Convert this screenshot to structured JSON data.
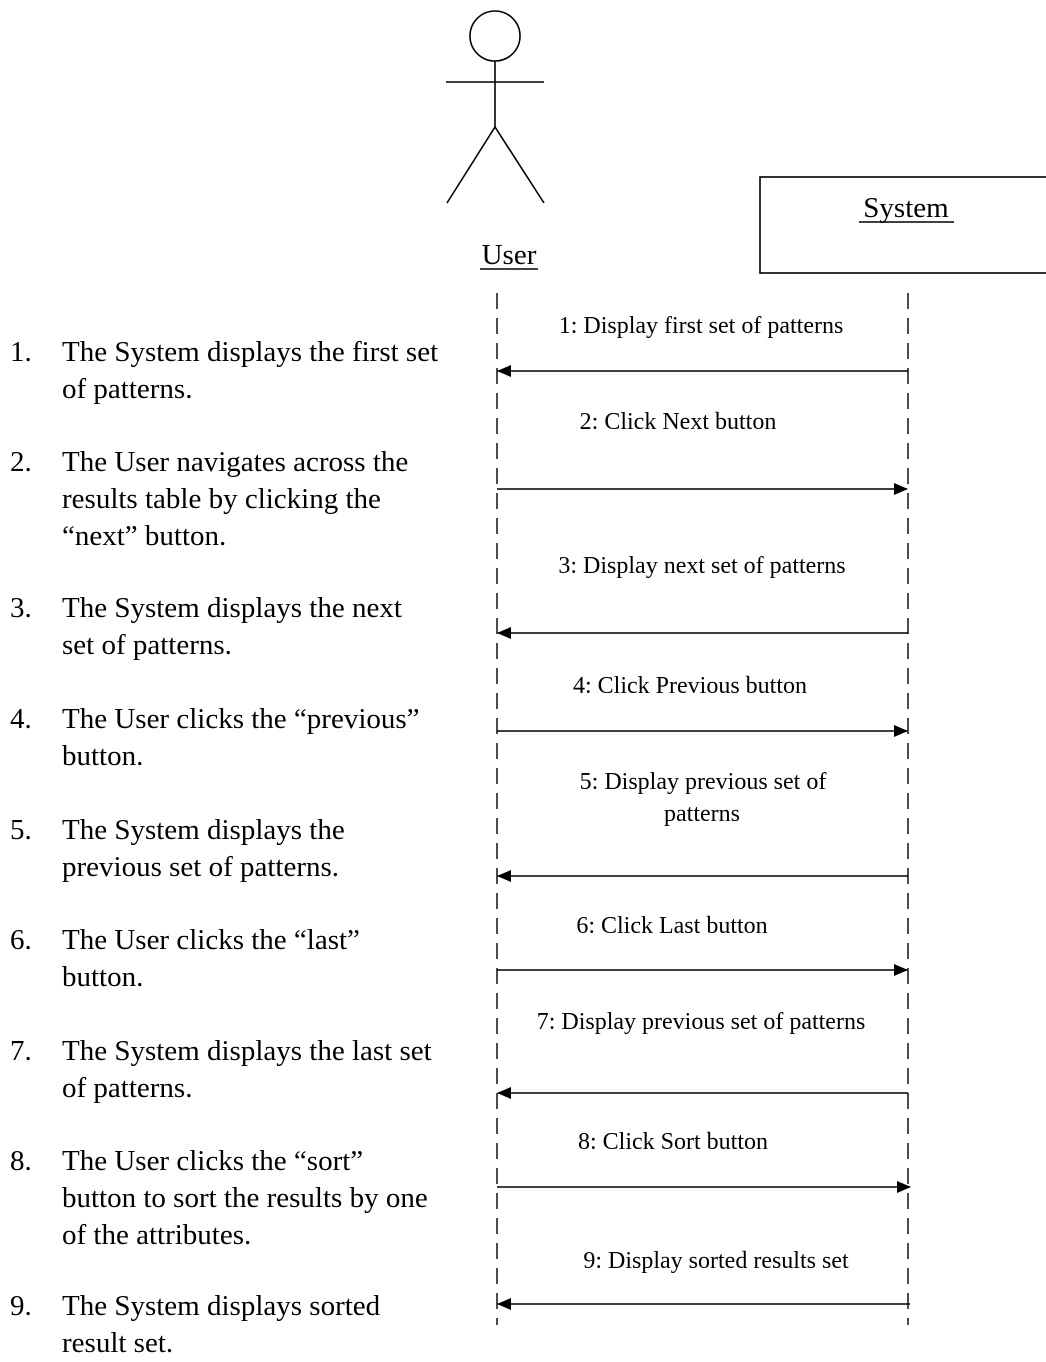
{
  "actors": {
    "user": {
      "label": "User"
    },
    "system": {
      "label": "System"
    }
  },
  "messages": [
    {
      "label": "1: Display first set of patterns",
      "direction": "system-to-user"
    },
    {
      "label": "2: Click Next button",
      "direction": "user-to-system"
    },
    {
      "label": "3: Display next set of patterns",
      "direction": "system-to-user"
    },
    {
      "label": "4: Click Previous button",
      "direction": "user-to-system"
    },
    {
      "label": "5: Display previous set of",
      "label2": "patterns",
      "direction": "system-to-user"
    },
    {
      "label": "6: Click Last button",
      "direction": "user-to-system"
    },
    {
      "label": "7: Display previous set of patterns",
      "direction": "system-to-user"
    },
    {
      "label": "8: Click Sort button",
      "direction": "user-to-system"
    },
    {
      "label": "9: Display sorted results set",
      "direction": "system-to-user"
    }
  ],
  "steps": [
    {
      "num": "1.",
      "text": "The System displays the first set of patterns."
    },
    {
      "num": "2.",
      "text": "The User navigates across the results table by clicking the “next” button."
    },
    {
      "num": "3.",
      "text": "The System displays the next set of patterns."
    },
    {
      "num": "4.",
      "text": "The User clicks the “previous” button."
    },
    {
      "num": "5.",
      "text": "The System displays the previous set of patterns."
    },
    {
      "num": "6.",
      "text": "The User clicks the “last” button."
    },
    {
      "num": "7.",
      "text": "The System displays the last set of patterns."
    },
    {
      "num": "8.",
      "text": "The User clicks the “sort” button to sort the results by one of the attributes."
    },
    {
      "num": "9.",
      "text": "The System displays sorted result set."
    }
  ]
}
